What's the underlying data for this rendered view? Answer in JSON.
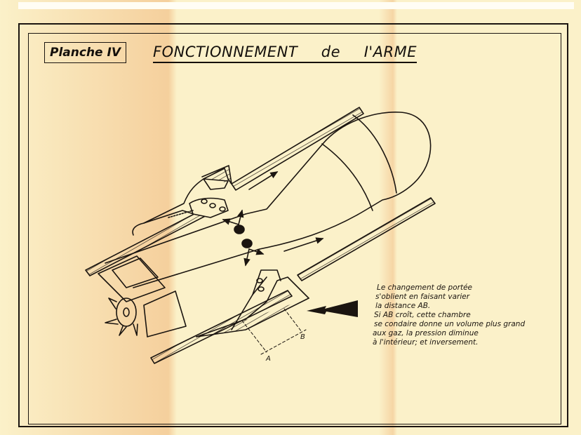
{
  "plate": {
    "label": "Planche IV"
  },
  "title": {
    "part1": "FONCTIONNEMENT",
    "part2": "de",
    "part3": "I'ARME"
  },
  "diagram": {
    "subject": "weapon-cross-section",
    "point_labels": {
      "a": "A",
      "b": "B"
    }
  },
  "caption": {
    "lines": [
      "Le changement de portée",
      "s'oblient en faisant varier",
      "la distance AB.",
      "Si AB croît, cette chambre",
      "se condaire donne un volume plus grand",
      "aux gaz, la pression diminue",
      "à l'intérieur; et inversement."
    ]
  },
  "colors": {
    "paper": "#fbf1c9",
    "ink": "#1b1510",
    "fold_stain": "#f0b478"
  }
}
